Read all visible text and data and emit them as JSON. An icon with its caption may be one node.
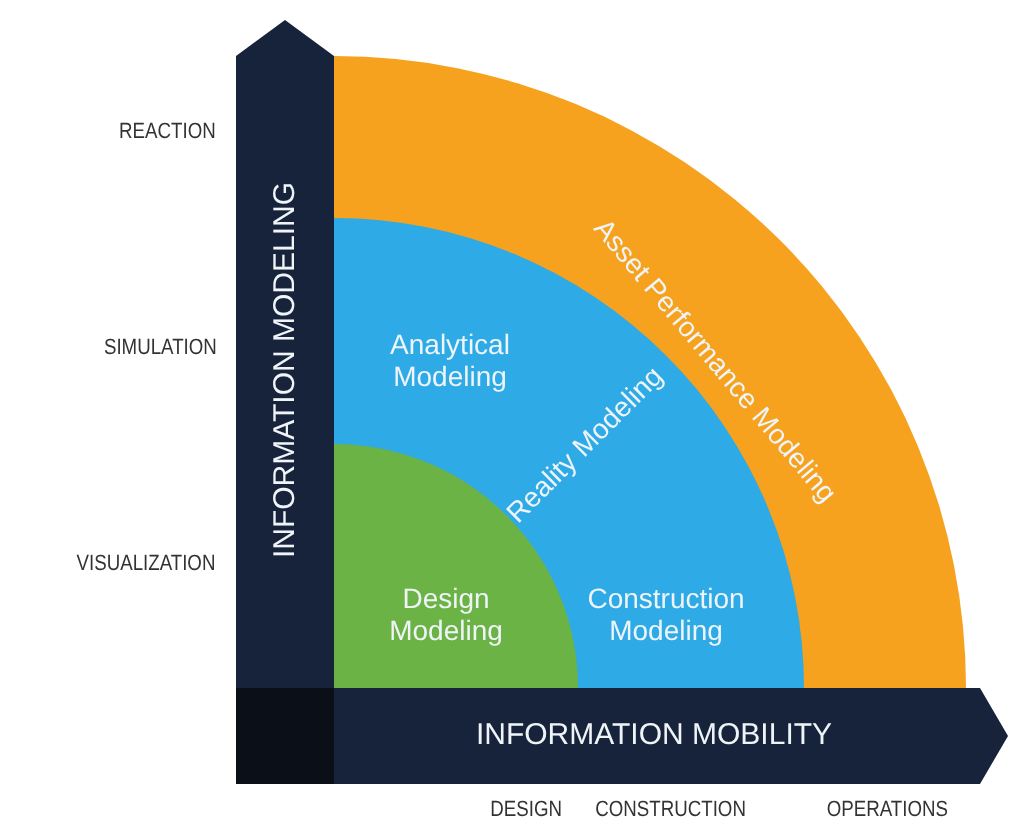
{
  "diagram": {
    "nodes": [
      {
        "text": [
          "INFORMATION MODELING"
        ]
      },
      {
        "text": [
          "INFORMATION MOBILITY"
        ]
      },
      {
        "text": [
          "Asset Performance Modeling"
        ]
      },
      {
        "text": [
          "Analytical Modeling",
          "Reality Modeling",
          "Construction Modeling"
        ],
        "in": 2
      },
      {
        "text": [
          "Design Modeling"
        ],
        "in": 3
      }
    ],
    "labels": [
      "REACTION",
      "SIMULATION",
      "VISUALIZATION",
      "DESIGN",
      "CONSTRUCTION",
      "OPERATIONS"
    ]
  }
}
